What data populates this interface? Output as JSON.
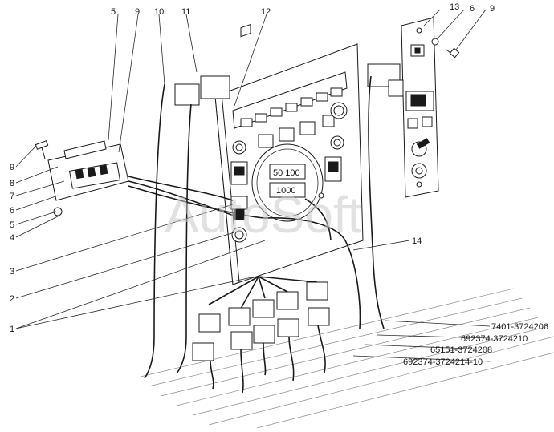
{
  "watermark": "AutoSoft",
  "callouts": {
    "c13": "13",
    "c6_top": "6",
    "c9_top_right": "9",
    "c5_top": "5",
    "c9_top_left": "9",
    "c10": "10",
    "c11": "11",
    "c12": "12",
    "c9_left": "9",
    "c8_upper": "8",
    "c7": "7",
    "c6_left": "6",
    "c5_left": "5",
    "c4": "4",
    "c3": "3",
    "c2": "2",
    "c1": "1",
    "c14": "14"
  },
  "part_numbers": {
    "p1": "7401-3724206",
    "p2": "692374-3724210",
    "p3": "65151-3724208",
    "p4": "692374-3724214-10"
  },
  "dial_text": {
    "upper": "50 100",
    "lower": "1000"
  },
  "colors": {
    "line": "#1a1a1a",
    "watermark": "#c8c8c8",
    "background": "#ffffff"
  }
}
